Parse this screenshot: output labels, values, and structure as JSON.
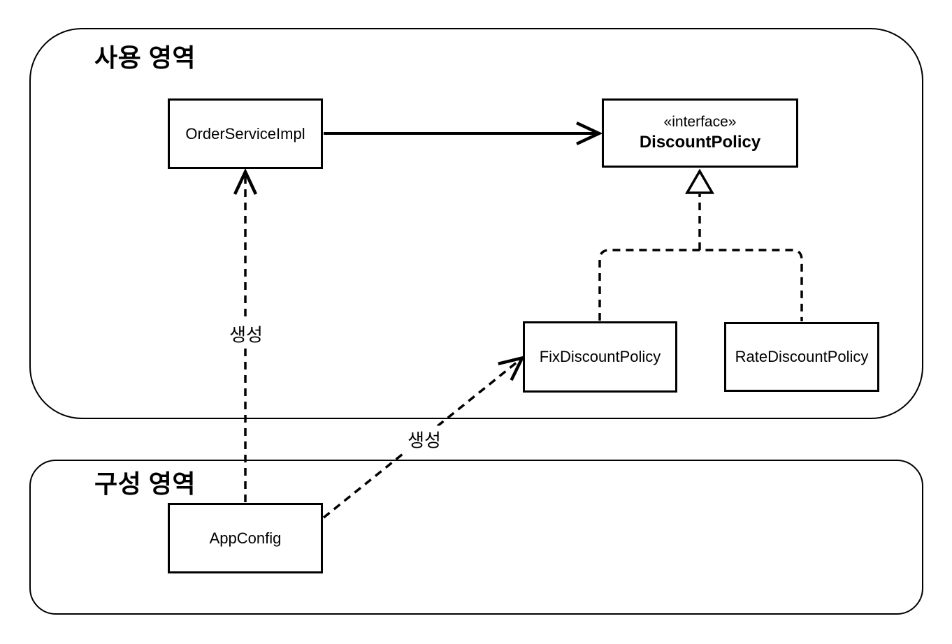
{
  "diagram": {
    "background_color": "#ffffff",
    "stroke_color": "#000000",
    "regions": [
      {
        "label": "사용 영역"
      },
      {
        "label": "구성 영역"
      }
    ],
    "classes": [
      {
        "name": "OrderServiceImpl"
      },
      {
        "stereotype": "«interface»",
        "name": "DiscountPolicy"
      },
      {
        "name": "FixDiscountPolicy"
      },
      {
        "name": "RateDiscountPolicy"
      },
      {
        "name": "AppConfig"
      }
    ],
    "edges": [
      {
        "from": "OrderServiceImpl",
        "to": "DiscountPolicy",
        "type": "dependency",
        "style": "solid-open-arrow"
      },
      {
        "from": "FixDiscountPolicy",
        "to": "DiscountPolicy",
        "type": "realization",
        "style": "dashed-hollow-triangle"
      },
      {
        "from": "RateDiscountPolicy",
        "to": "DiscountPolicy",
        "type": "realization",
        "style": "dashed-hollow-triangle"
      },
      {
        "from": "AppConfig",
        "to": "OrderServiceImpl",
        "type": "create",
        "style": "dashed-open-arrow",
        "label": "생성"
      },
      {
        "from": "AppConfig",
        "to": "FixDiscountPolicy",
        "type": "create",
        "style": "dashed-open-arrow",
        "label": "생성"
      }
    ]
  }
}
